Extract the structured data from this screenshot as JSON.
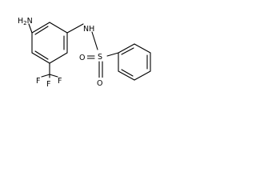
{
  "molecule": {
    "labels": {
      "amine": "H2N",
      "amine_h2": "H",
      "amine_sub": "2",
      "amine_n": "N",
      "nh": "NH",
      "sulfur": "S",
      "oxygen_1": "O",
      "oxygen_2": "O",
      "fluorine_1": "F",
      "fluorine_2": "F",
      "fluorine_3": "F"
    },
    "colors": {
      "ink": "#000000",
      "background": "#ffffff"
    }
  }
}
